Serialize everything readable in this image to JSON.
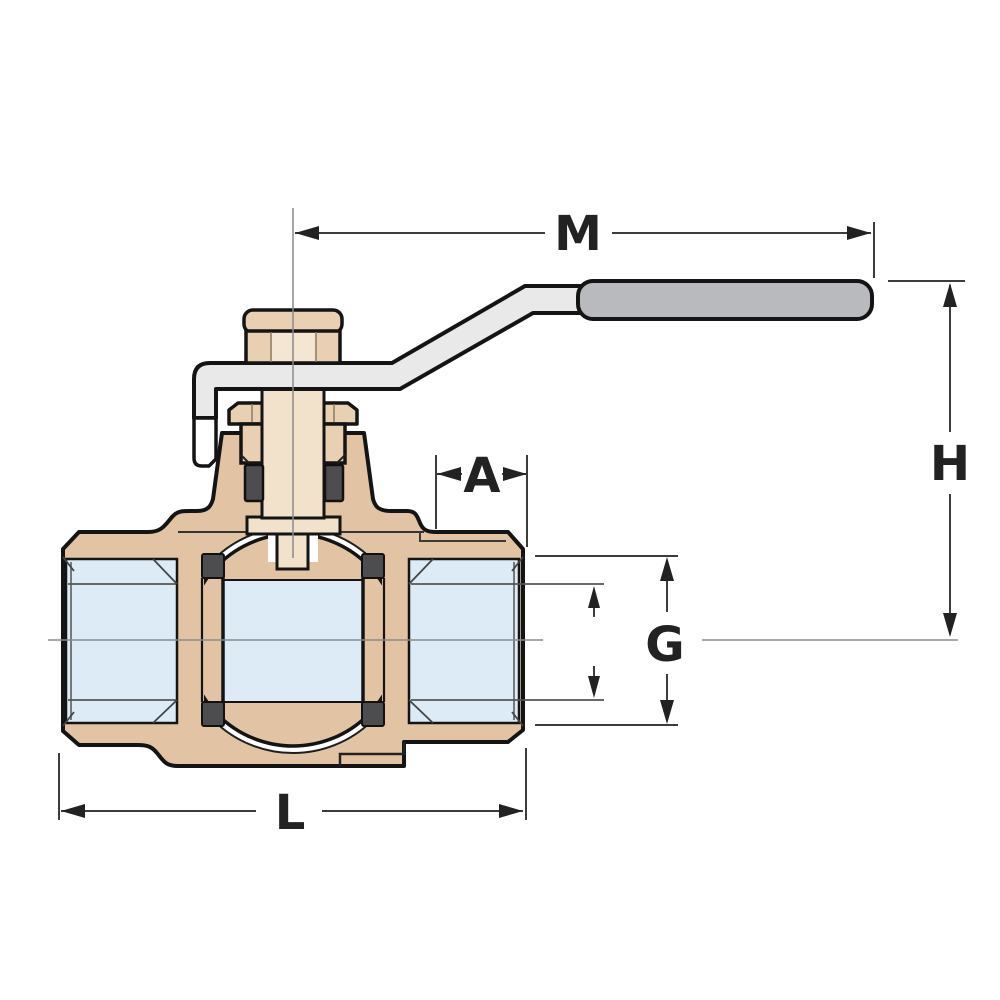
{
  "drawing": {
    "type": "ball-valve-cross-section",
    "labels": {
      "m": "M",
      "h": "H",
      "a": "A",
      "g": "G",
      "l": "L"
    },
    "colors": {
      "body_brass": "#e2c4a4",
      "fitting_brass": "#e9d0b2",
      "nut_highlight": "#f4e6d2",
      "stem_brass": "#f2e2cc",
      "bore_blue": "#dcebf5",
      "handle_arm": "#e9e9ea",
      "handle_grip": "#b9babd",
      "seal_dark": "#4d4d4f",
      "outline": "#141414",
      "dimension_line": "#3c3c3c",
      "centerline": "#8a8a8a",
      "white": "#ffffff"
    }
  }
}
